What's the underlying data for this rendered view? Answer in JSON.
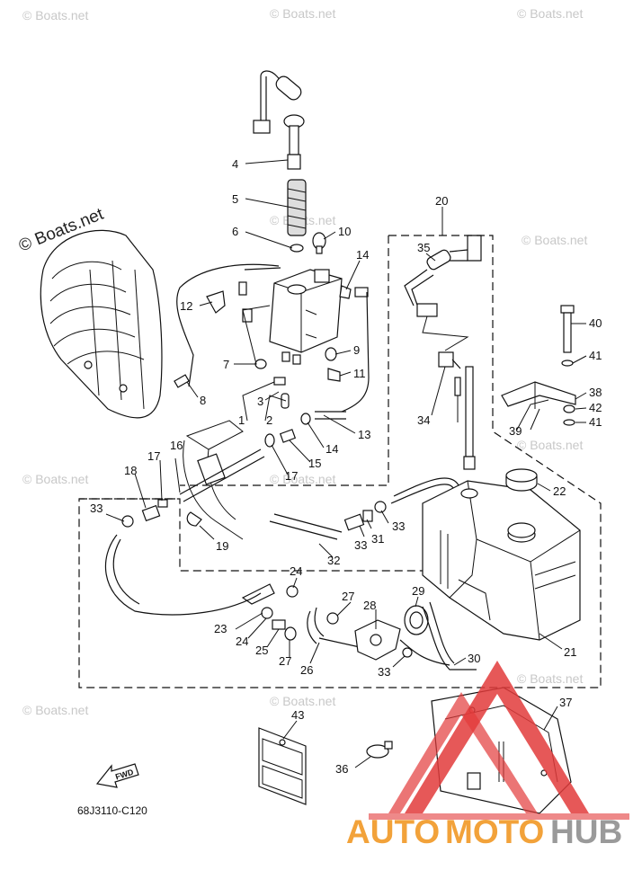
{
  "diagram_code": "68J3110-C120",
  "fwd_label": "FWD",
  "watermark": "© Boats.net",
  "brand": {
    "part1": "AUTO",
    "part2": "MOTO",
    "part3": "HUB",
    "colors": {
      "part1": "#f2a23a",
      "part2": "#f2a23a",
      "part3": "#9a9a9a",
      "logo": "#e23b3b"
    }
  },
  "callouts": [
    "4",
    "5",
    "6",
    "10",
    "14",
    "12",
    "7",
    "8",
    "9",
    "11",
    "3",
    "2",
    "1",
    "20",
    "35",
    "40",
    "41",
    "38",
    "42",
    "41",
    "39",
    "34",
    "13",
    "14",
    "15",
    "17",
    "16",
    "17",
    "18",
    "33",
    "19",
    "22",
    "33",
    "31",
    "33",
    "32",
    "24",
    "29",
    "27",
    "28",
    "23",
    "24",
    "25",
    "27",
    "26",
    "33",
    "30",
    "21",
    "37",
    "43",
    "36"
  ]
}
